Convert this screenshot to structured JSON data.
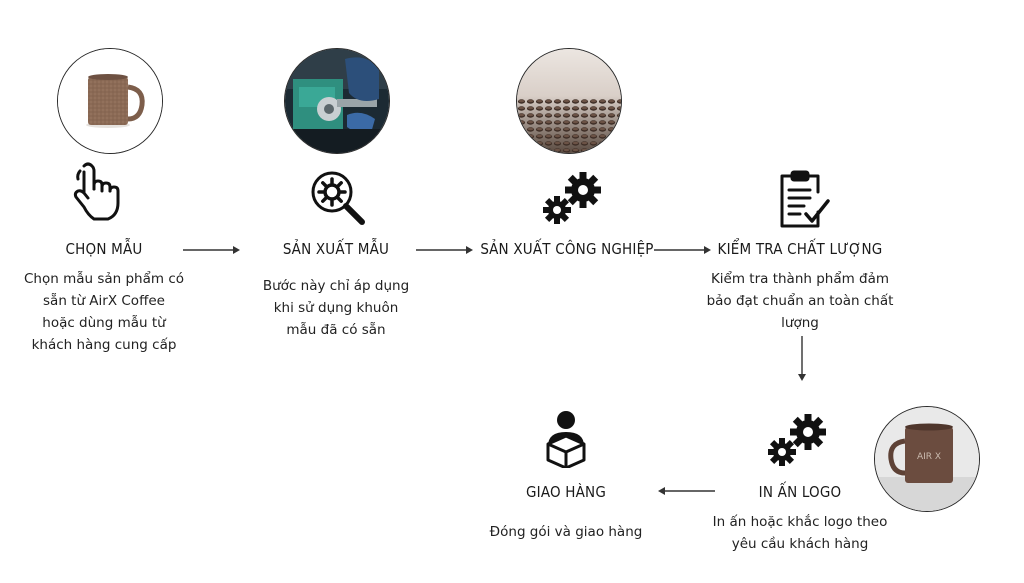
{
  "steps": [
    {
      "title": "CHỌN MẪU",
      "desc": [
        "Chọn mẫu sản phẩm có",
        "sẵn từ AirX Coffee",
        "hoặc dùng mẫu từ",
        "khách hàng cung cấp"
      ],
      "icon": "hand-pointer-icon"
    },
    {
      "title": "SẢN XUẤT MẪU",
      "desc": [
        "Bước này chỉ áp dụng",
        "khi sử dụng khuôn",
        "mẫu đã có sẵn"
      ],
      "icon": "magnifier-gear-icon"
    },
    {
      "title": "SẢN XUẤT CÔNG NGHIỆP",
      "desc": [],
      "icon": "gears-icon"
    },
    {
      "title": "KIỂM TRA CHẤT LƯỢNG",
      "desc": [
        "Kiểm tra thành phẩm đảm",
        "bảo đạt chuẩn an toàn chất",
        "lượng"
      ],
      "icon": "clipboard-check-icon"
    },
    {
      "title": "IN ẤN LOGO",
      "desc": [
        "In ấn hoặc khắc logo theo",
        "yêu cầu khách hàng"
      ],
      "icon": "gears-icon"
    },
    {
      "title": "GIAO HÀNG",
      "desc": [
        "Đóng gói và giao hàng"
      ],
      "icon": "person-box-icon"
    }
  ],
  "mug_logo_text": "AIR X",
  "colors": {
    "text": "#1a1a1a",
    "icon": "#111111",
    "arrow": "#333333"
  }
}
